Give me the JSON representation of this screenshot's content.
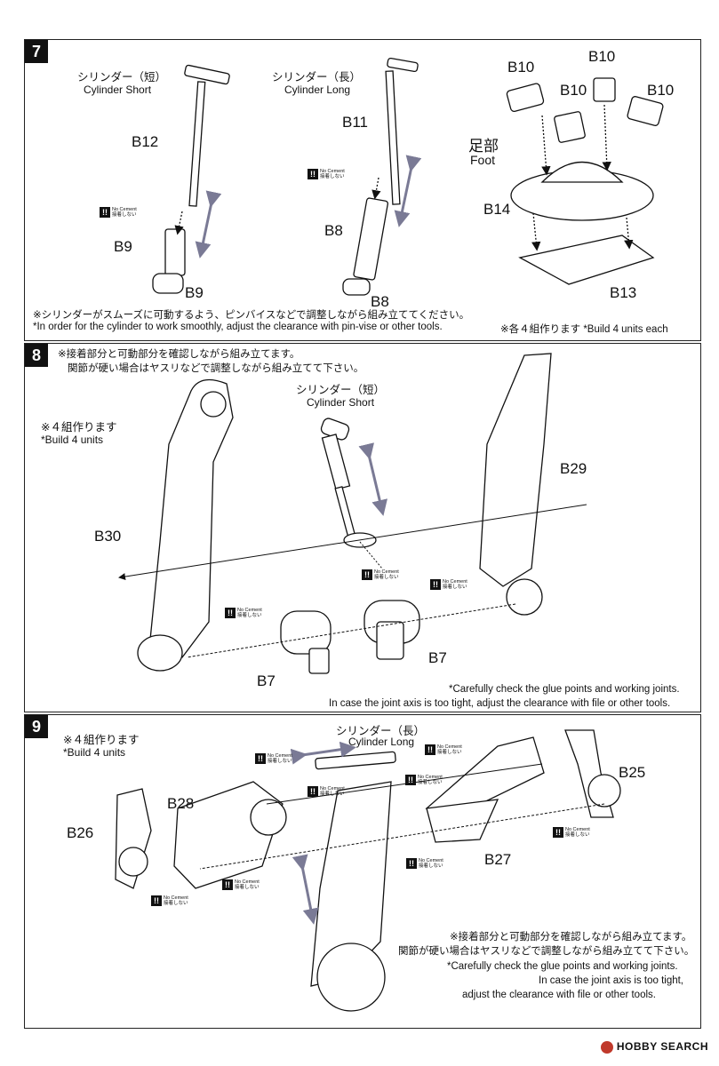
{
  "steps": {
    "s7": {
      "number": "7",
      "cyl_short_jp": "シリンダー（短）",
      "cyl_short_en": "Cylinder Short",
      "cyl_long_jp": "シリンダー（長）",
      "cyl_long_en": "Cylinder Long",
      "foot_jp": "足部",
      "foot_en": "Foot",
      "parts": [
        "B12",
        "B9",
        "B9",
        "B11",
        "B8",
        "B8",
        "B10",
        "B10",
        "B10",
        "B10",
        "B14",
        "B13"
      ],
      "note_jp": "※シリンダーがスムーズに可動するよう、ピンバイスなどで調整しながら組み立ててください。",
      "note_en": "*In order for the cylinder to work smoothly, adjust the clearance with pin-vise or other tools.",
      "build_note": "※各４組作ります *Build 4 units each"
    },
    "s8": {
      "number": "8",
      "intro_jp1": "※接着部分と可動部分を確認しながら組み立てます。",
      "intro_jp2": "関節が硬い場合はヤスリなどで調整しながら組み立てて下さい。",
      "build_jp": "※４組作ります",
      "build_en": "*Build 4 units",
      "cyl_short_jp": "シリンダー（短）",
      "cyl_short_en": "Cylinder Short",
      "parts": [
        "B29",
        "B30",
        "B7",
        "B7"
      ],
      "note_en1": "*Carefully check the glue points and working joints.",
      "note_en2": "In case the joint axis is too tight, adjust the clearance with file or other tools."
    },
    "s9": {
      "number": "9",
      "build_jp": "※４組作ります",
      "build_en": "*Build 4 units",
      "cyl_long_jp": "シリンダー（長）",
      "cyl_long_en": "Cylinder Long",
      "parts": [
        "B25",
        "B28",
        "B26",
        "B27"
      ],
      "note_jp1": "※接着部分と可動部分を確認しながら組み立てます。",
      "note_jp2": "関節が硬い場合はヤスリなどで調整しながら組み立てて下さい。",
      "note_en1": "*Carefully check the glue points and working joints.",
      "note_en2": "In case the joint axis is too tight,",
      "note_en3": "adjust the clearance with file or other tools."
    }
  },
  "no_cement": {
    "en": "No Cement",
    "jp": "接着しない",
    "icon": "!!"
  },
  "watermark": "HOBBY SEARCH",
  "colors": {
    "line": "#111111",
    "arrow_gray": "#8a8aa0",
    "logo": "#c0392b"
  }
}
